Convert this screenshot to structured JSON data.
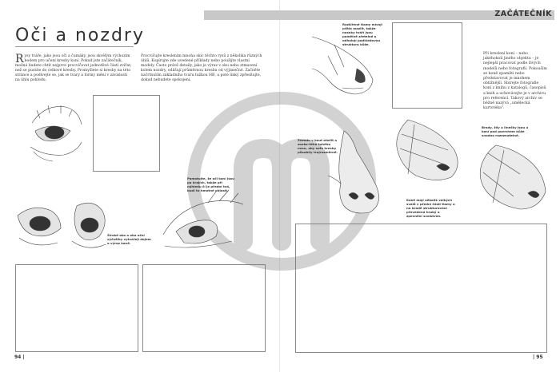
{
  "header": {
    "section_label": "ZAČÁTEČNÍK",
    "page_title": "Oči a nozdry"
  },
  "intro": {
    "dropcap": "R",
    "col1": "ysy tváře, jako jsou oči a čumáky, jsou skvělým výchozím bodem pro učení kresby koní. Pokud jste začátečník, možná budete chtít nejprve procvičovat jednotlivé části zvířat, než se pustíte do celkové kresby. Promyšlete si kresby na této stránce a podívejte se, jak se tvary a formy mění v závislosti na úhlu pohledu.",
    "col2": "Procvičujte kreslením mnoha skic těchto rysů z několika různých úhlů. Kopírujte zde uvedené příklady nebo použijte vlastní modely. Často právě detaily, jako je výraz v oku nebo ztmavení kolem nozdry, odlišují průměrnou kresbu od výjimečné. Začněte načrtnutím základního tvaru tužkou HB, a poté linky zpřesňujte, dokud nebudete spokojeni."
  },
  "captions": {
    "nostril_top": "Rozšířené tlamy mívají přitlá mazlit, takže nosnky tváří jsou pomělně zřetelné a odhalují podkladovou strukturu kůže.",
    "side_note": "Při kreslení koní – nebo jakéhokoli jiného objektu – je nejlepší pracovat podle živých modelů nebo fotografií. Pokouším se koně zpaměti nebo představovat je mnohem obtížnější. Sbírejte fotografie koní z knihu z katalogů, časopisů a knih a uchovávejte je v archivu pro referenci. Takový archiv se běžně nazývá „umělecká kartotéka\".",
    "front_nose": "Zezadu v kout otočit a zaoko-tého tuhého nosu, aby sofo kresby působily trojrozměrně.",
    "lips_note": "Koně mají několik velkých svalů v přední části tlamy a na bradě strukturování převedená hrubý a zpevnění svalstvím.",
    "halter_note": "Brady, žíly a linečky jsou u koní pod povrchem kůže snadno rozeznatelné.",
    "profile_eye": "Pamatujte, že oči koní jsou po krajích, takže při náhledu čí je přední tvá, budí to hmotné oblasti.",
    "eyes_note": "Široké oko a oba oční výčnělky vytvářejí dojem o výraz koně."
  },
  "footer": {
    "left_page": "94 |",
    "right_page": "| 95"
  }
}
